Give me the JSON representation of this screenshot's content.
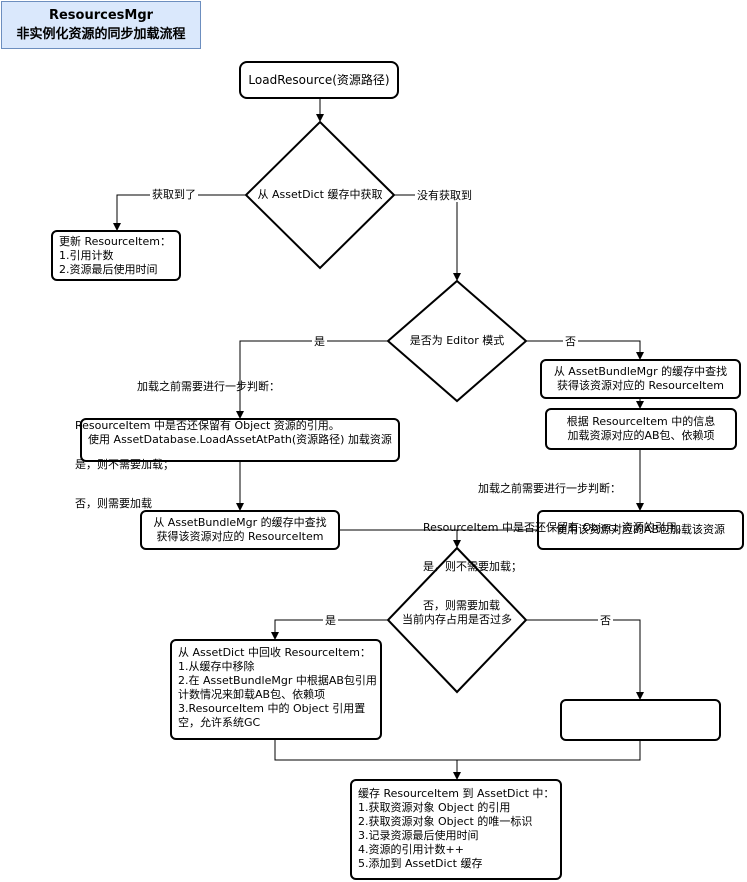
{
  "title": {
    "line1": "ResourcesMgr",
    "line2": "非实例化资源的同步加载流程"
  },
  "nodes": {
    "load_resource": "LoadResource(资源路径)",
    "assetdict_query": "从 AssetDict 缓存中获取",
    "update_item": {
      "lines": [
        "更新 ResourceItem：",
        "1.引用计数",
        "2.资源最后使用时间"
      ]
    },
    "is_editor": "是否为 Editor 模式",
    "abmgr_query_right": {
      "lines": [
        "从 AssetBundleMgr 的缓存中查找",
        "获得该资源对应的 ResourceItem"
      ]
    },
    "load_ab_deps": {
      "lines": [
        "根据 ResourceItem 中的信息",
        "加载资源对应的AB包、依赖项"
      ]
    },
    "load_assetdatabase": "使用 AssetDatabase.LoadAssetAtPath(资源路径) 加载资源",
    "abmgr_query_left": {
      "lines": [
        "从 AssetBundleMgr 的缓存中查找",
        "获得该资源对应的 ResourceItem"
      ]
    },
    "load_from_ab": "使用该资源对应的AB包加载该资源",
    "memory_check": "当前内存占用是否过多",
    "recycle_item": {
      "lines": [
        "从 AssetDict 中回收 ResourceItem：",
        "1.从缓存中移除",
        "2.在 AssetBundleMgr 中根据AB包引用",
        "计数情况来卸载AB包、依赖项",
        "3.ResourceItem 中的 Object 引用置",
        "空，允许系统GC"
      ]
    },
    "empty_box": "",
    "cache_item": {
      "lines": [
        "缓存 ResourceItem 到 AssetDict 中：",
        "1.获取资源对象 Object 的引用",
        "2.获取资源对象 Object 的唯一标识",
        "3.记录资源最后使用时间",
        "4.资源的引用计数++",
        "5.添加到 AssetDict 缓存"
      ]
    }
  },
  "notes": {
    "editor_note": {
      "lines": [
        "加载之前需要进行一步判断：",
        "ResourceItem 中是否还保留有 Object 资源的引用。",
        "是，则不需要加载；",
        "否，则需要加载"
      ]
    },
    "ab_note": {
      "lines": [
        "加载之前需要进行一步判断：",
        "ResourceItem 中是否还保留有 Object 资源的引用。",
        "是，则不需要加载；",
        "否，则需要加载"
      ]
    }
  },
  "edge_labels": {
    "got_it": "获取到了",
    "not_got": "没有获取到",
    "editor_yes": "是",
    "editor_no": "否",
    "memory_yes": "是",
    "memory_no": "否"
  },
  "colors": {
    "title_fill": "#dae8fc",
    "title_border": "#6c8ebf",
    "stroke": "#000000"
  }
}
